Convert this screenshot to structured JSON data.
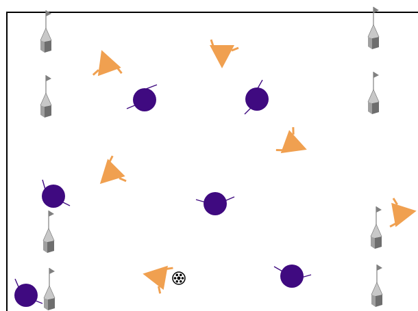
{
  "scene": {
    "background": "#ffffff",
    "border_color": "#000000",
    "colors": {
      "orange_team": "#f0a050",
      "purple_team": "#3f0a80",
      "purple_stick": "#3f0a80",
      "pylon_light": "#c8c8c8",
      "pylon_mid": "#a0a0a0",
      "pylon_dark": "#6e6e6e",
      "flag": "#808080",
      "ball": "#000000"
    }
  },
  "pylons": [
    {
      "id": "pylon-top-left"
    },
    {
      "id": "pylon-upper-left"
    },
    {
      "id": "pylon-lower-left"
    },
    {
      "id": "pylon-bottom-left"
    },
    {
      "id": "pylon-top-right"
    },
    {
      "id": "pylon-upper-right"
    },
    {
      "id": "pylon-lower-right"
    },
    {
      "id": "pylon-bottom-right"
    }
  ],
  "orange_players": [
    {
      "id": "orange-1"
    },
    {
      "id": "orange-2"
    },
    {
      "id": "orange-3"
    },
    {
      "id": "orange-4"
    },
    {
      "id": "orange-5"
    },
    {
      "id": "orange-6"
    }
  ],
  "purple_players": [
    {
      "id": "purple-1"
    },
    {
      "id": "purple-2"
    },
    {
      "id": "purple-3"
    },
    {
      "id": "purple-4"
    },
    {
      "id": "purple-5"
    },
    {
      "id": "purple-6"
    }
  ],
  "ball": {
    "icon": "soccer-ball-icon"
  }
}
